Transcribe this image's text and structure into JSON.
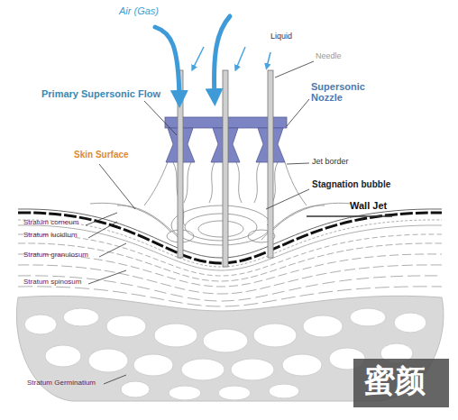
{
  "diagram": {
    "labels": [
      "Air (Gas)",
      "Liquid",
      "Needle",
      "Primary Supersonic Flow",
      "Supersonic Nozzle",
      "Skin Surface",
      "Jet border",
      "Stagnation bubble",
      "Wall Jet",
      "Stratum corneum",
      "Stratum lucidium",
      "Stratum granulosum",
      "Stratum spinosum",
      "Stratum Germinatium",
      "蜜颜"
    ]
  }
}
